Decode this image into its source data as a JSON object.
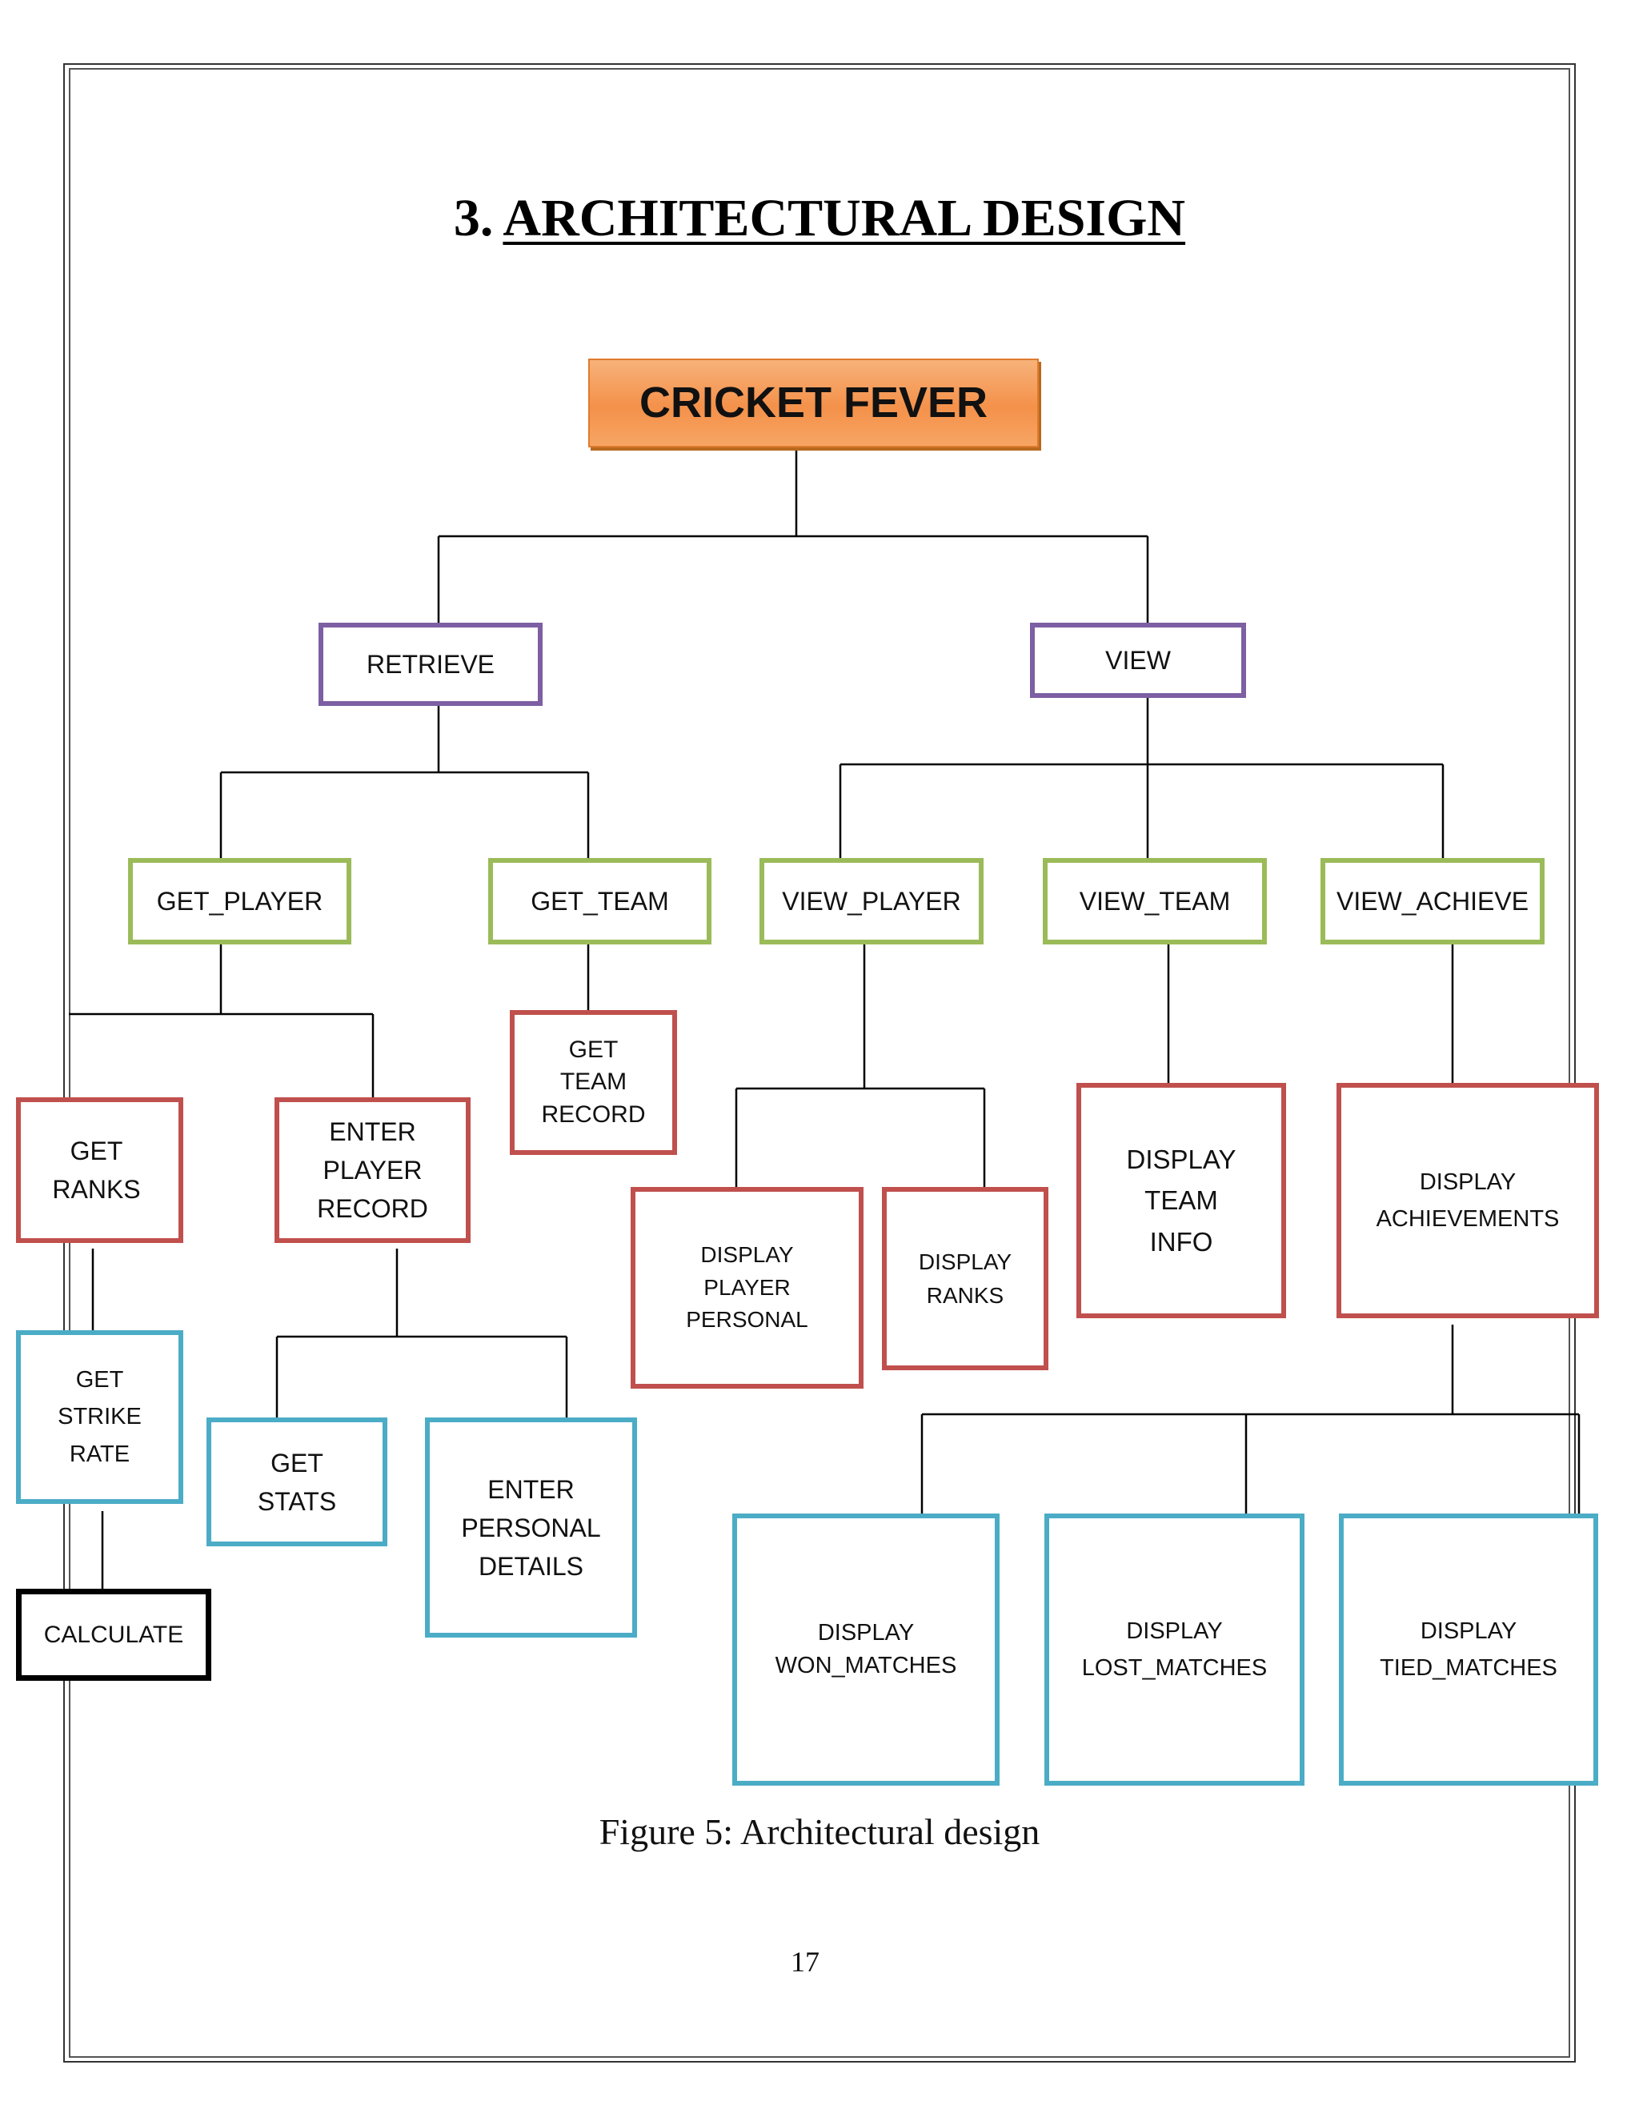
{
  "heading": {
    "number": "3.",
    "title": "ARCHITECTURAL DESIGN"
  },
  "diagram": {
    "root": "CRICKET FEVER",
    "retrieve": "RETRIEVE",
    "view": "VIEW",
    "get_player": "GET_PLAYER",
    "get_team": "GET_TEAM",
    "view_player": "VIEW_PLAYER",
    "view_team": "VIEW_TEAM",
    "view_achieve": "VIEW_ACHIEVE",
    "get_ranks": "GET\nRANKS",
    "enter_player_record": "ENTER\nPLAYER\nRECORD",
    "get_team_record": "GET\nTEAM\nRECORD",
    "display_player_personal": "DISPLAY\nPLAYER\nPERSONAL",
    "display_ranks": "DISPLAY\nRANKS",
    "display_team_info": "DISPLAY\nTEAM\nINFO",
    "display_achievements": "DISPLAY\nACHIEVEMENTS",
    "get_strike_rate": "GET\nSTRIKE\nRATE",
    "get_stats": "GET\nSTATS",
    "enter_personal_details": "ENTER\nPERSONAL\nDETAILS",
    "calculate": "CALCULATE",
    "display_won_matches": "DISPLAY\nWON_MATCHES",
    "display_lost_matches": "DISPLAY\nLOST_MATCHES",
    "display_tied_matches": "DISPLAY\nTIED_MATCHES"
  },
  "caption": "Figure 5: Architectural design",
  "page_number": "17",
  "colors": {
    "root_fill": "#f4914a",
    "level1_border": "#7d5fa3",
    "level2_border": "#9bbb59",
    "level3_border": "#c0504d",
    "level4_border": "#4bacc6",
    "calculate_border": "#000000"
  }
}
